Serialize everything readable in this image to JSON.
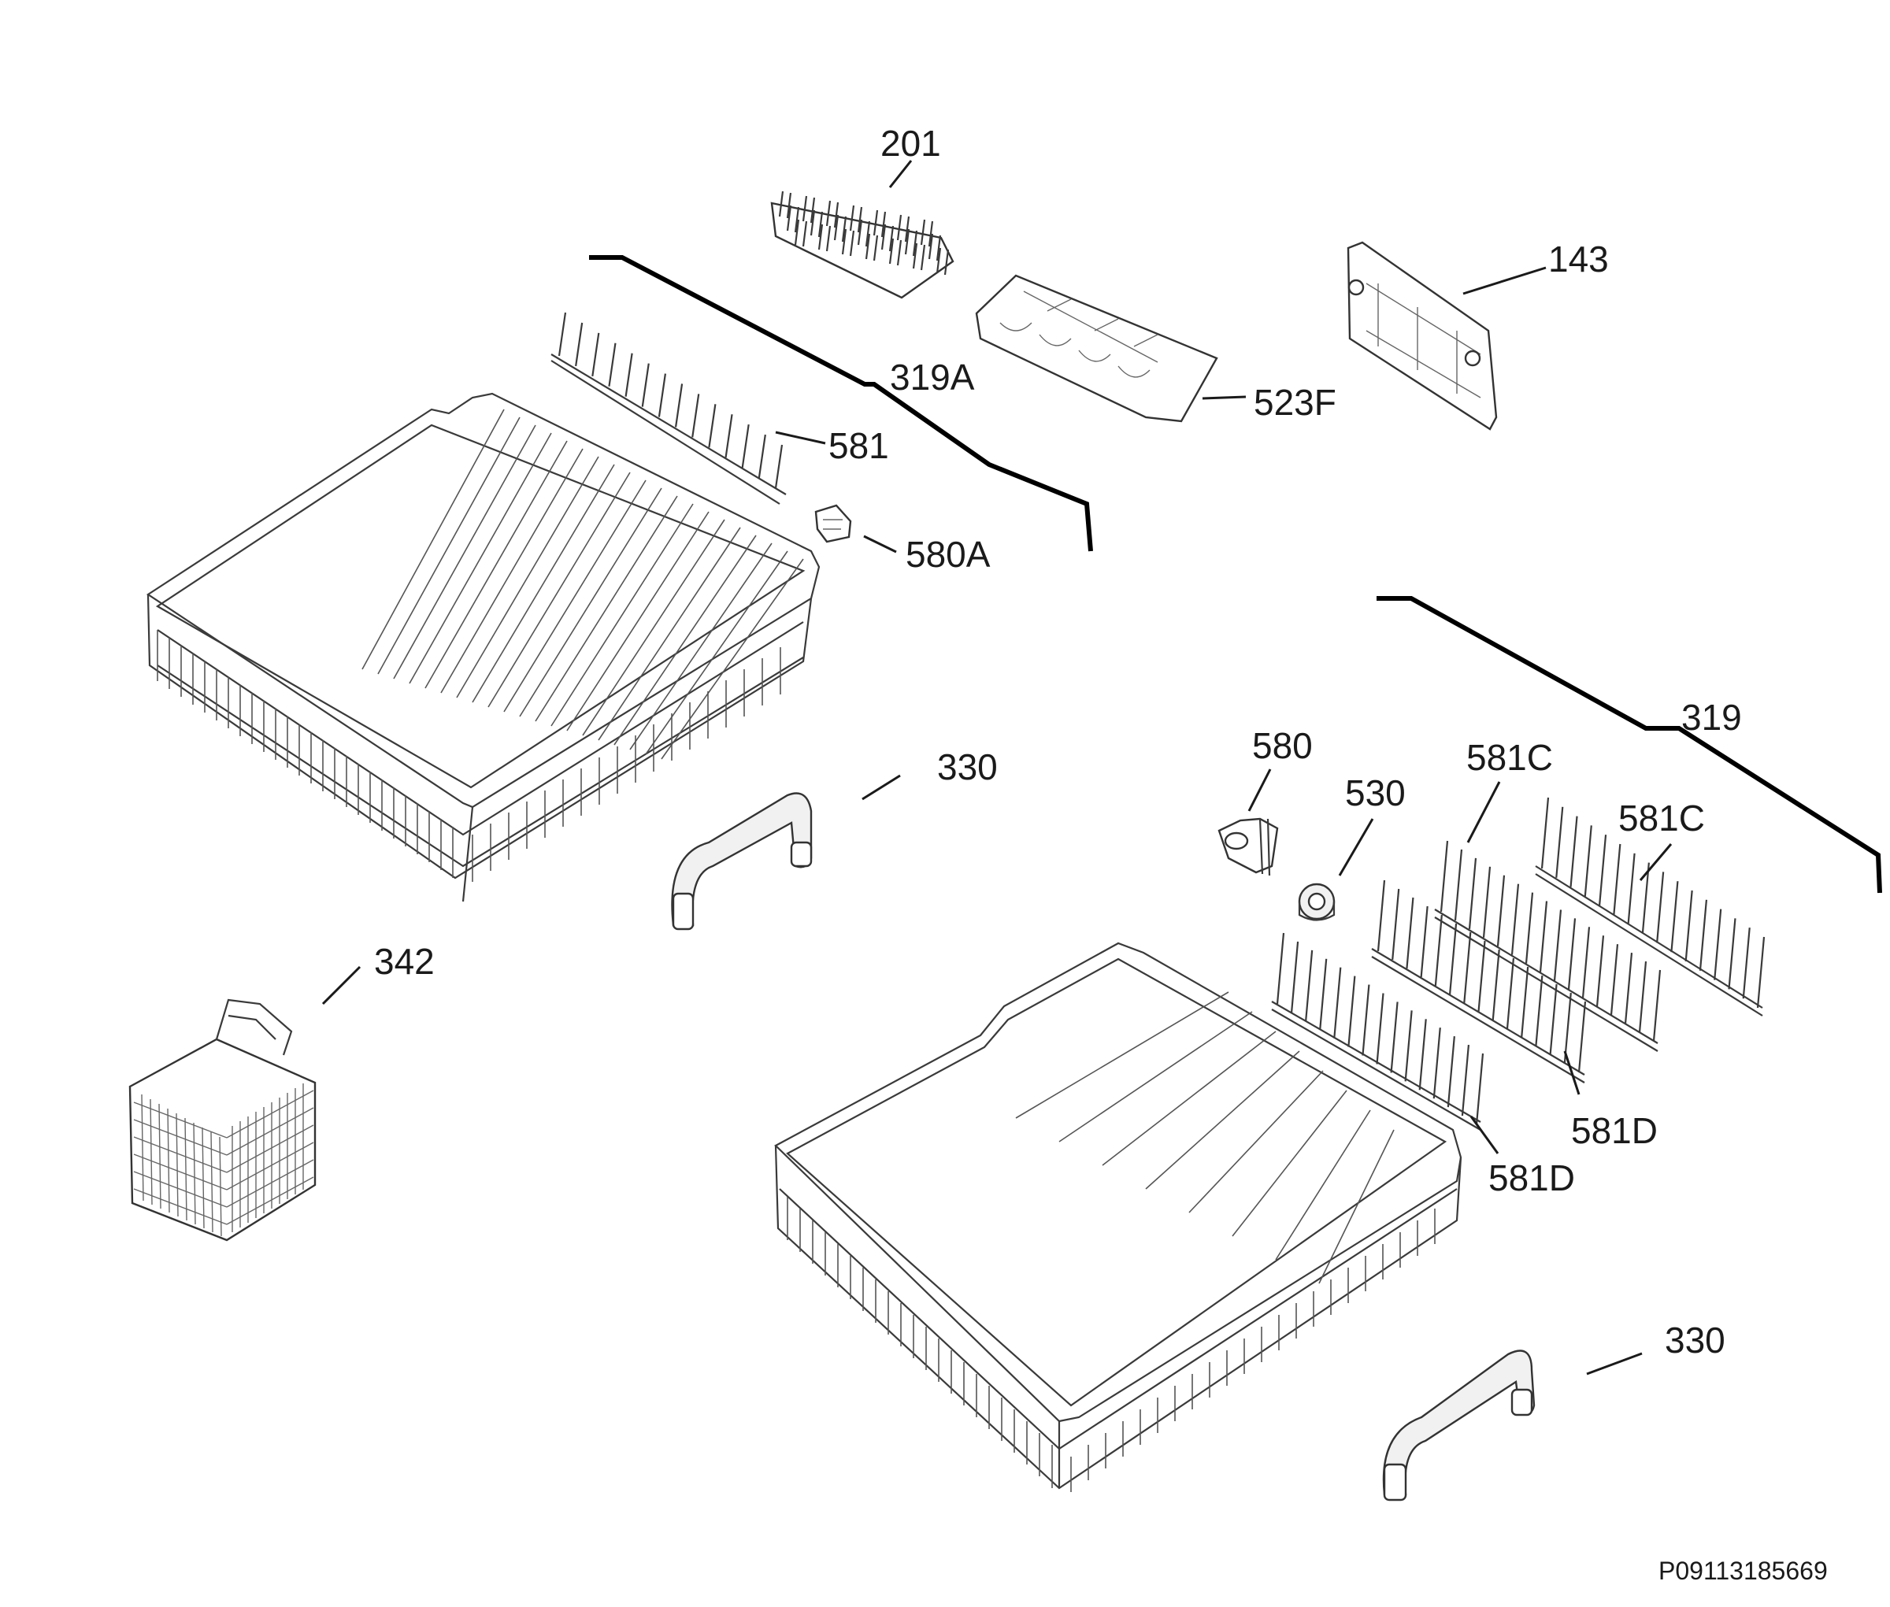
{
  "callouts": {
    "c201": "201",
    "c143": "143",
    "c319A": "319A",
    "c523F": "523F",
    "c581": "581",
    "c580A": "580A",
    "c330_upper": "330",
    "c342": "342",
    "c319": "319",
    "c580": "580",
    "c530": "530",
    "c581C_left": "581C",
    "c581C_right": "581C",
    "c581D_right": "581D",
    "c581D_left": "581D",
    "c330_lower": "330"
  },
  "drawing_code": "P09113185669"
}
